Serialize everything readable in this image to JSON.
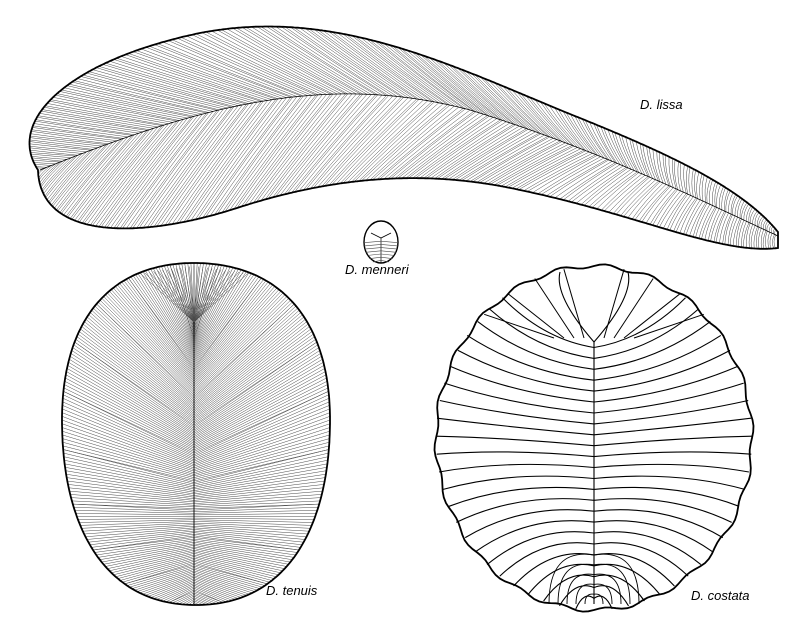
{
  "species": {
    "lissa": "D. lissa",
    "menneri": "D. menneri",
    "tenuis": "D. tenuis",
    "costata": "D. costata"
  },
  "colors": {
    "outline": "#000000",
    "segment_line": "#4a4a4a",
    "fill": "#ffffff"
  }
}
